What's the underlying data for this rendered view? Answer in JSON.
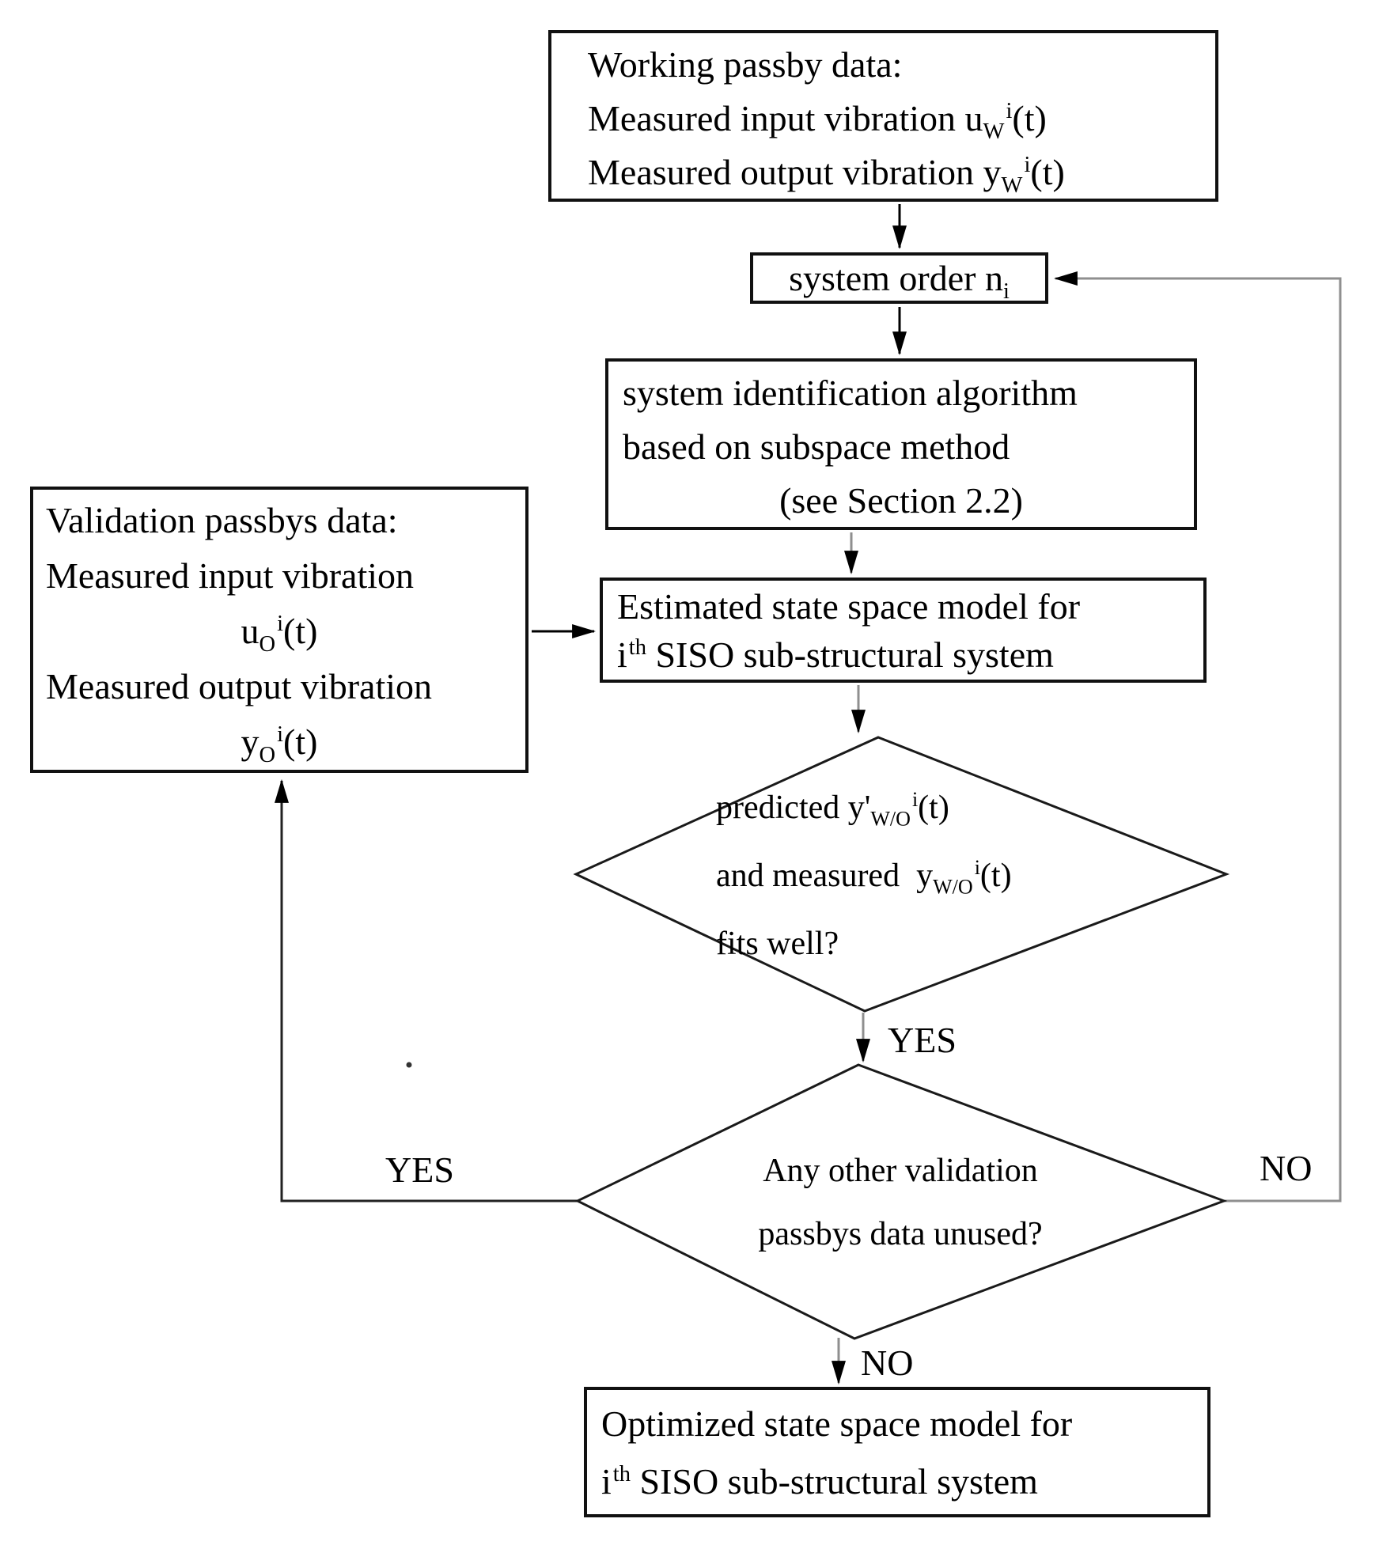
{
  "figure": {
    "working_box": {
      "line1": "Working passby data:",
      "line2": {
        "pre": "Measured input vibration u",
        "sub": "W",
        "sup": "i",
        "post": "(t)"
      },
      "line3": {
        "pre": "Measured output vibration y",
        "sub": "W",
        "sup": "i",
        "post": "(t)"
      }
    },
    "system_order_box": {
      "pre": "system order n",
      "sub": "i"
    },
    "sysid_box": {
      "line1": "system identification algorithm",
      "line2": "based on subspace method",
      "line3": "(see Section 2.2)"
    },
    "estimated_box": {
      "line1": "Estimated state space model for",
      "line2": {
        "pre": "i",
        "sup": "th",
        "post": " SISO sub-structural system"
      }
    },
    "validation_box": {
      "line1": "Validation passbys data:",
      "line2": "Measured input vibration",
      "line3": {
        "pre": "u",
        "sub": "O",
        "sup": "i",
        "post": "(t)"
      },
      "line4": "Measured output vibration",
      "line5": {
        "pre": "y",
        "sub": "O",
        "sup": "i",
        "post": "(t)"
      }
    },
    "diamond_fit": {
      "line1": {
        "pre": "predicted y'",
        "sub": "W/O",
        "sup": "i",
        "post": "(t)"
      },
      "line2": {
        "pre": "and measured  y",
        "sub": "W/O",
        "sup": "i",
        "post": "(t)"
      },
      "line3": "fits well?"
    },
    "diamond_unused": {
      "line1": "Any other validation",
      "line2": "passbys data unused?"
    },
    "optimized_box": {
      "line1": "Optimized state space model for",
      "line2": {
        "pre": "i",
        "sup": "th",
        "post": " SISO sub-structural system"
      }
    },
    "labels": {
      "yes_fit": "YES",
      "yes_unused": "YES",
      "no_unused_right": "NO",
      "no_unused_bottom": "NO"
    },
    "colors": {
      "line": "#000000",
      "gray_line": "#8f8f8f",
      "background": "#ffffff",
      "text": "#000000"
    }
  }
}
